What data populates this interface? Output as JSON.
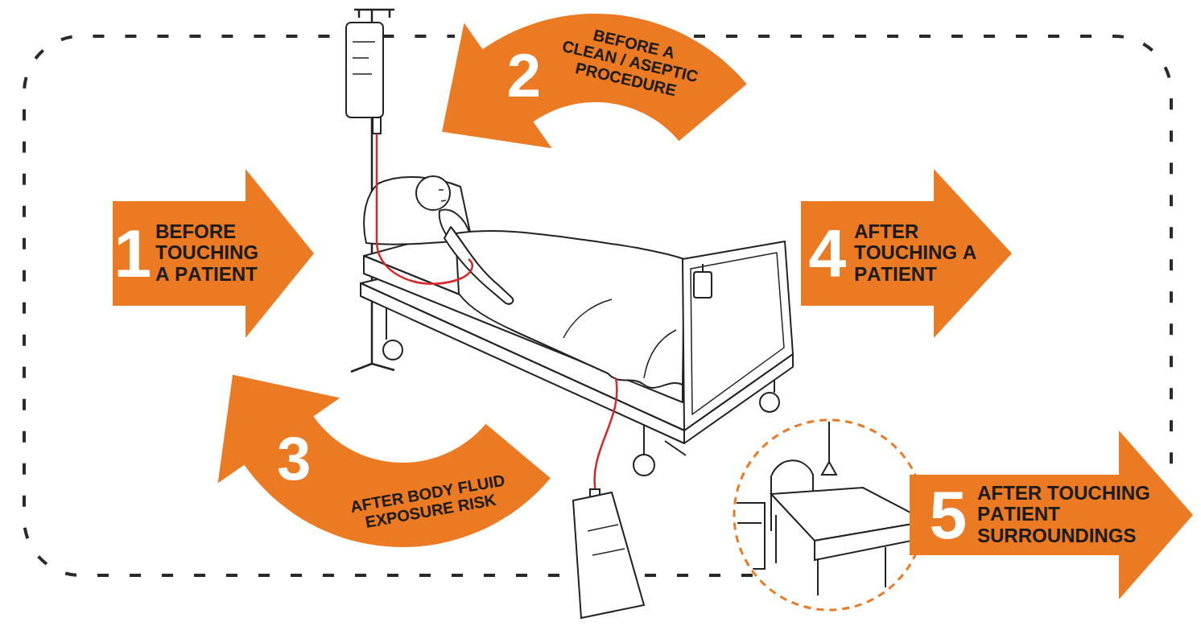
{
  "diagram": {
    "nodes": [
      {
        "text": [
          "1",
          "BEFORE TOUCHING A PATIENT"
        ]
      },
      {
        "text": [
          "2",
          "BEFORE A CLEAN / ASEPTIC PROCEDURE"
        ]
      },
      {
        "text": [
          "3",
          "AFTER BODY FLUID EXPOSURE RISK"
        ]
      },
      {
        "text": [
          "4",
          "AFTER TOUCHING A PATIENT"
        ]
      },
      {
        "text": [
          "5",
          "AFTER TOUCHING PATIENT SURROUNDINGS"
        ]
      }
    ]
  }
}
